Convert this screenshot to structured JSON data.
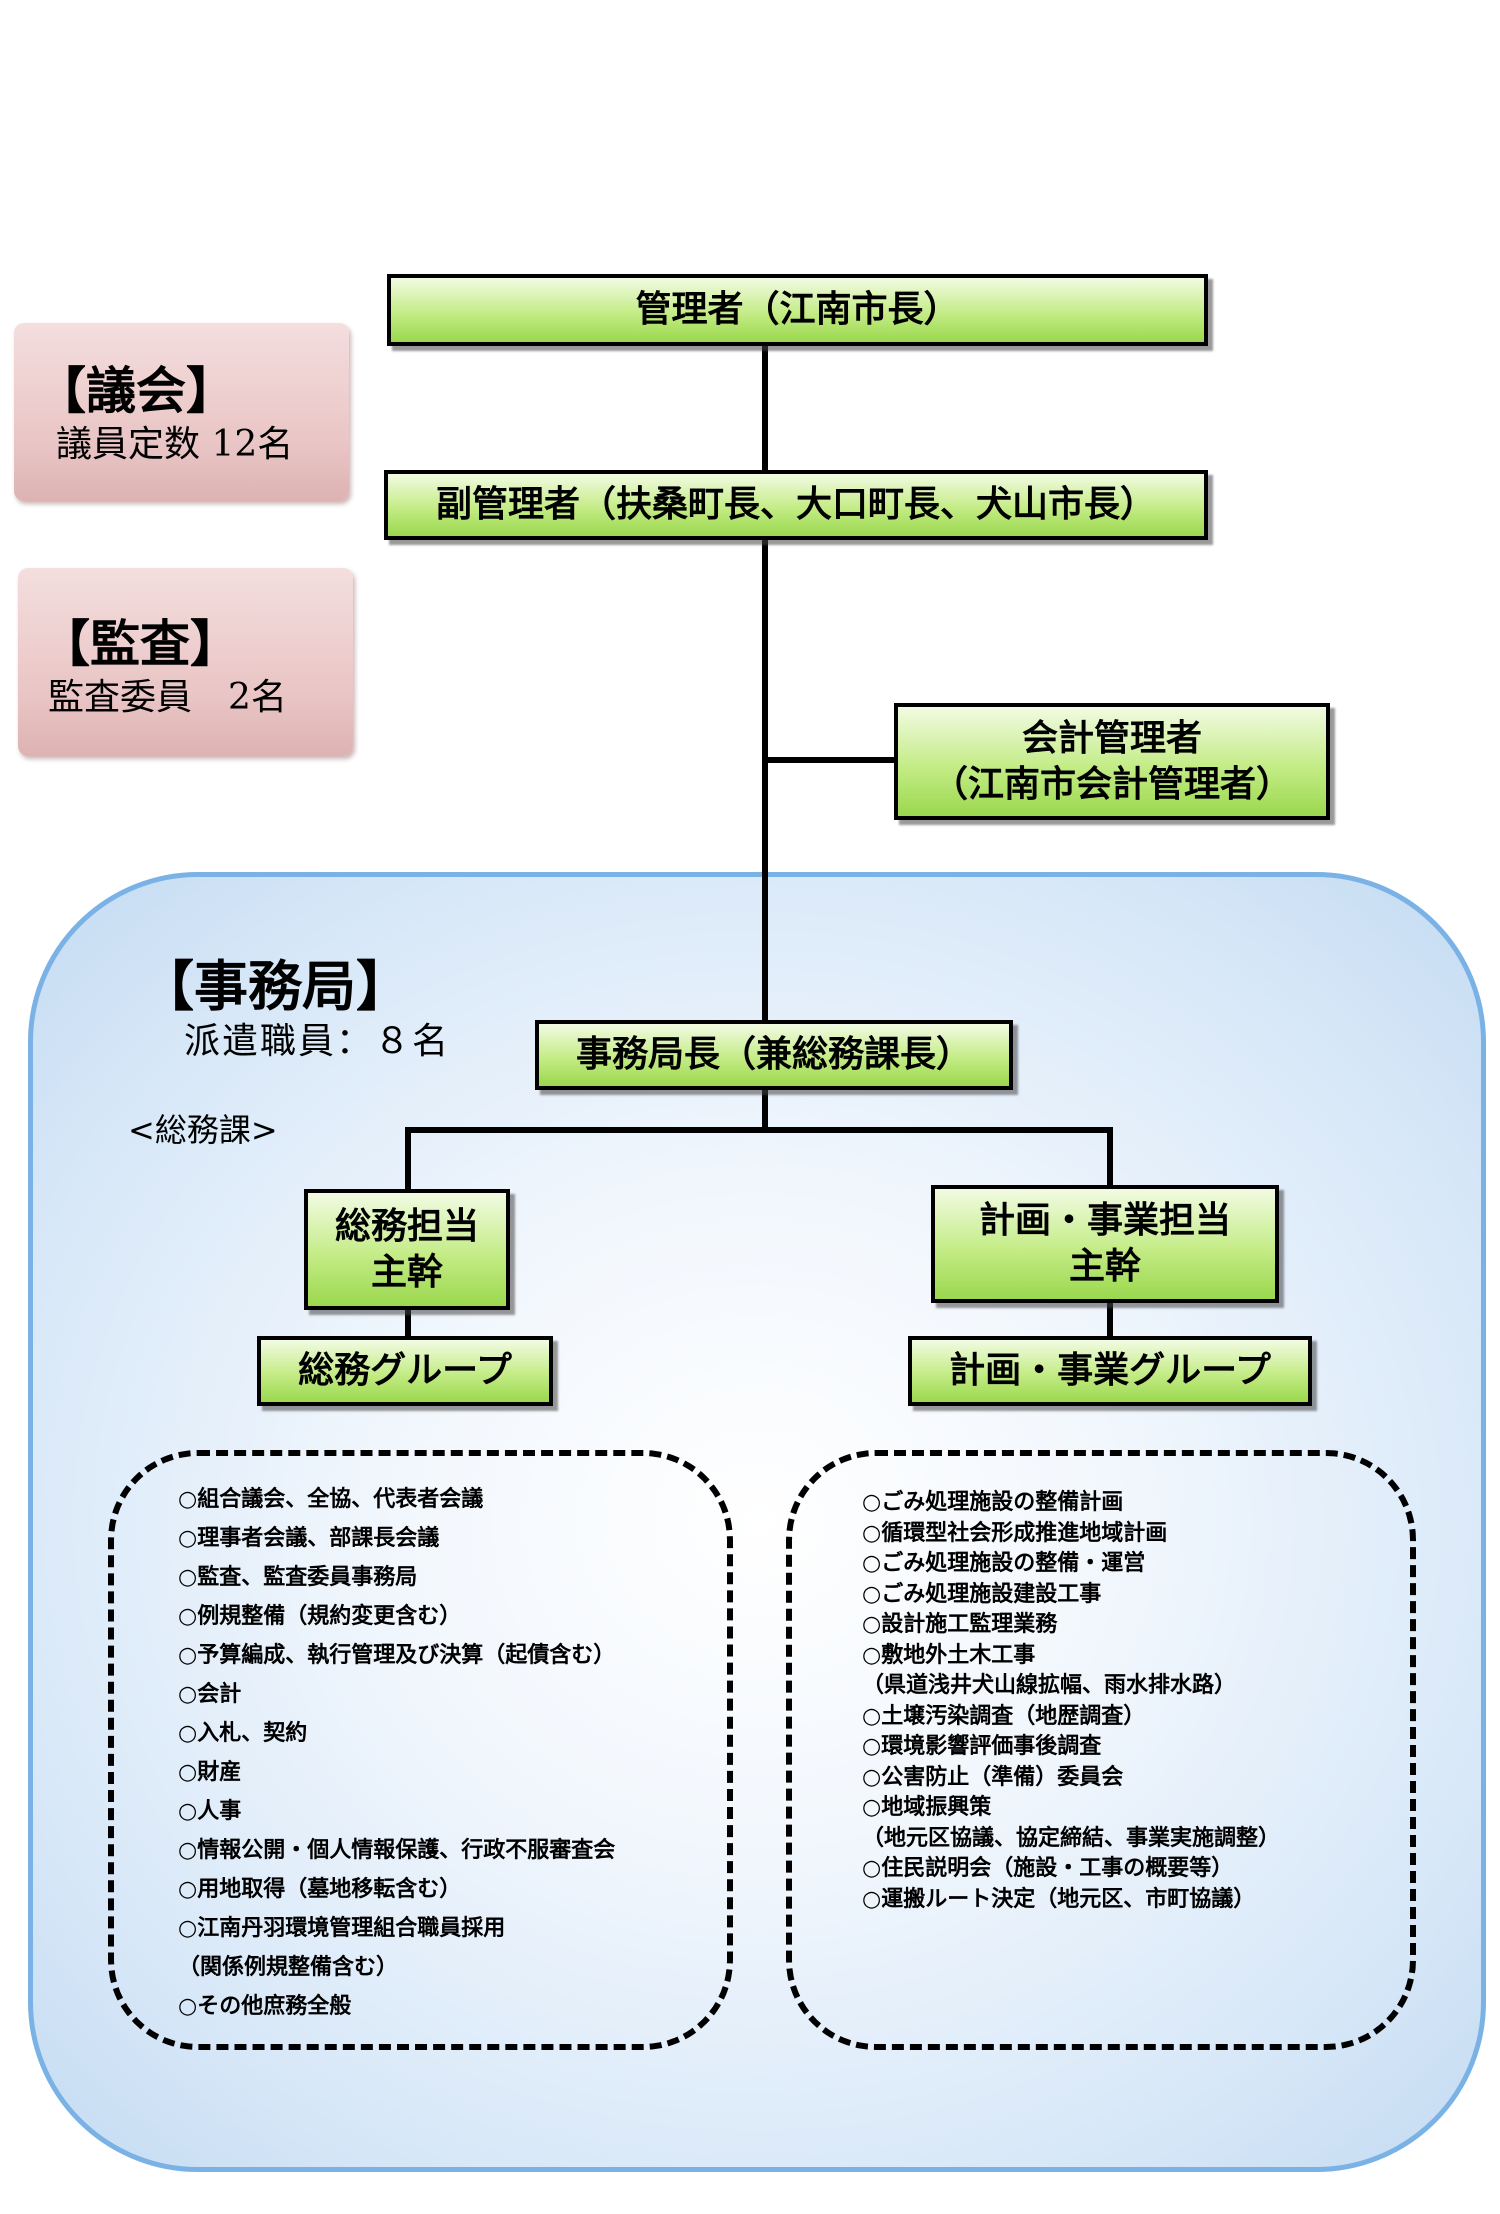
{
  "council": {
    "title": "【議会】",
    "detail": "議員定数 12名"
  },
  "audit": {
    "title": "【監査】",
    "detail": "監査委員　2名"
  },
  "manager": "管理者（江南市長）",
  "vice_manager": "副管理者（扶桑町長、大口町長、犬山市長）",
  "accounting": {
    "line1": "会計管理者",
    "line2": "（江南市会計管理者）"
  },
  "secretariat": {
    "title": "【事務局】",
    "staff": "派遣職員：８名",
    "section": "<総務課>",
    "director": "事務局長（兼総務課長）",
    "general_chief": {
      "line1": "総務担当",
      "line2": "主幹"
    },
    "planning_chief": {
      "line1": "計画・事業担当",
      "line2": "主幹"
    },
    "general_group": "総務グループ",
    "planning_group": "計画・事業グループ",
    "general_duties": [
      "○組合議会、全協、代表者会議",
      "○理事者会議、部課長会議",
      "○監査、監査委員事務局",
      "○例規整備（規約変更含む）",
      "○予算編成、執行管理及び決算（起債含む）",
      "○会計",
      "○入札、契約",
      "○財産",
      "○人事",
      "○情報公開・個人情報保護、行政不服審査会",
      "○用地取得（墓地移転含む）",
      "○江南丹羽環境管理組合職員採用",
      "（関係例規整備含む）",
      "○その他庶務全般"
    ],
    "planning_duties": [
      "○ごみ処理施設の整備計画",
      "○循環型社会形成推進地域計画",
      "○ごみ処理施設の整備・運営",
      "○ごみ処理施設建設工事",
      "○設計施工監理業務",
      "○敷地外土木工事",
      "（県道浅井犬山線拡幅、雨水排水路）",
      "○土壌汚染調査（地歴調査）",
      "○環境影響評価事後調査",
      "○公害防止（準備）委員会",
      "○地域振興策",
      "（地元区協議、協定締結、事業実施調整）",
      "○住民説明会（施設・工事の概要等）",
      "○運搬ルート決定（地元区、市町協議）"
    ]
  }
}
